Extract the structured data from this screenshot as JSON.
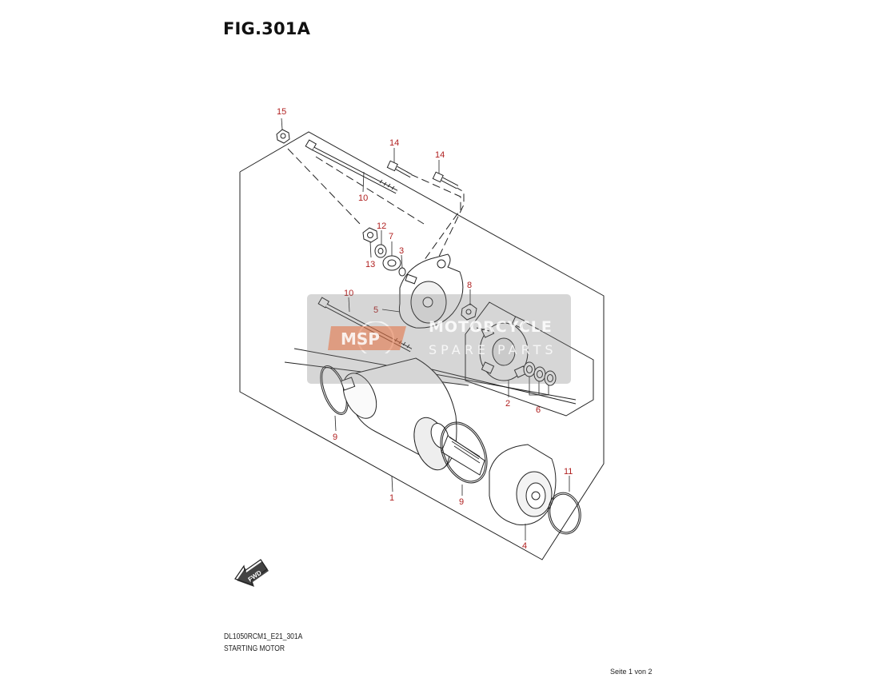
{
  "figure": {
    "title": "FIG.301A",
    "code": "DL1050RCM1_E21_301A",
    "caption": "STARTING MOTOR"
  },
  "page_counter": "Seite 1 von 2",
  "fwd_label": "FWD",
  "watermark": {
    "logo_text": "MSP",
    "line1": "MOTORCYCLE",
    "line2": "SPARE PARTS"
  },
  "callouts": {
    "c15": "15",
    "c14a": "14",
    "c14b": "14",
    "c10a": "10",
    "c12": "12",
    "c7": "7",
    "c3": "3",
    "c13": "13",
    "c10b": "10",
    "c8": "8",
    "c5": "5",
    "c2": "2",
    "c6": "6",
    "c9a": "9",
    "c1": "1",
    "c9b": "9",
    "c11": "11",
    "c4": "4"
  },
  "colors": {
    "callout": "#b02020",
    "line": "#222222"
  }
}
